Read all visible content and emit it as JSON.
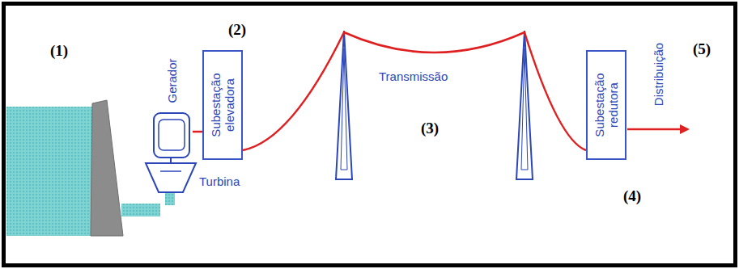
{
  "diagram": {
    "nodes": [
      {
        "text": [
          "Gerador"
        ]
      },
      {
        "text": [
          "Turbina"
        ]
      },
      {
        "text": [
          "Subestação elevadora"
        ]
      },
      {
        "text": [
          "Subestação redutora"
        ]
      }
    ],
    "edges": [
      {
        "from": 0,
        "to": 2,
        "arrow": "none"
      },
      {
        "from": 2,
        "to": 3,
        "arrow": "none"
      }
    ],
    "labels": [
      "(1)",
      "(2)",
      "(3)",
      "(4)",
      "(5)",
      "Transmissão",
      "Distribuição"
    ]
  }
}
